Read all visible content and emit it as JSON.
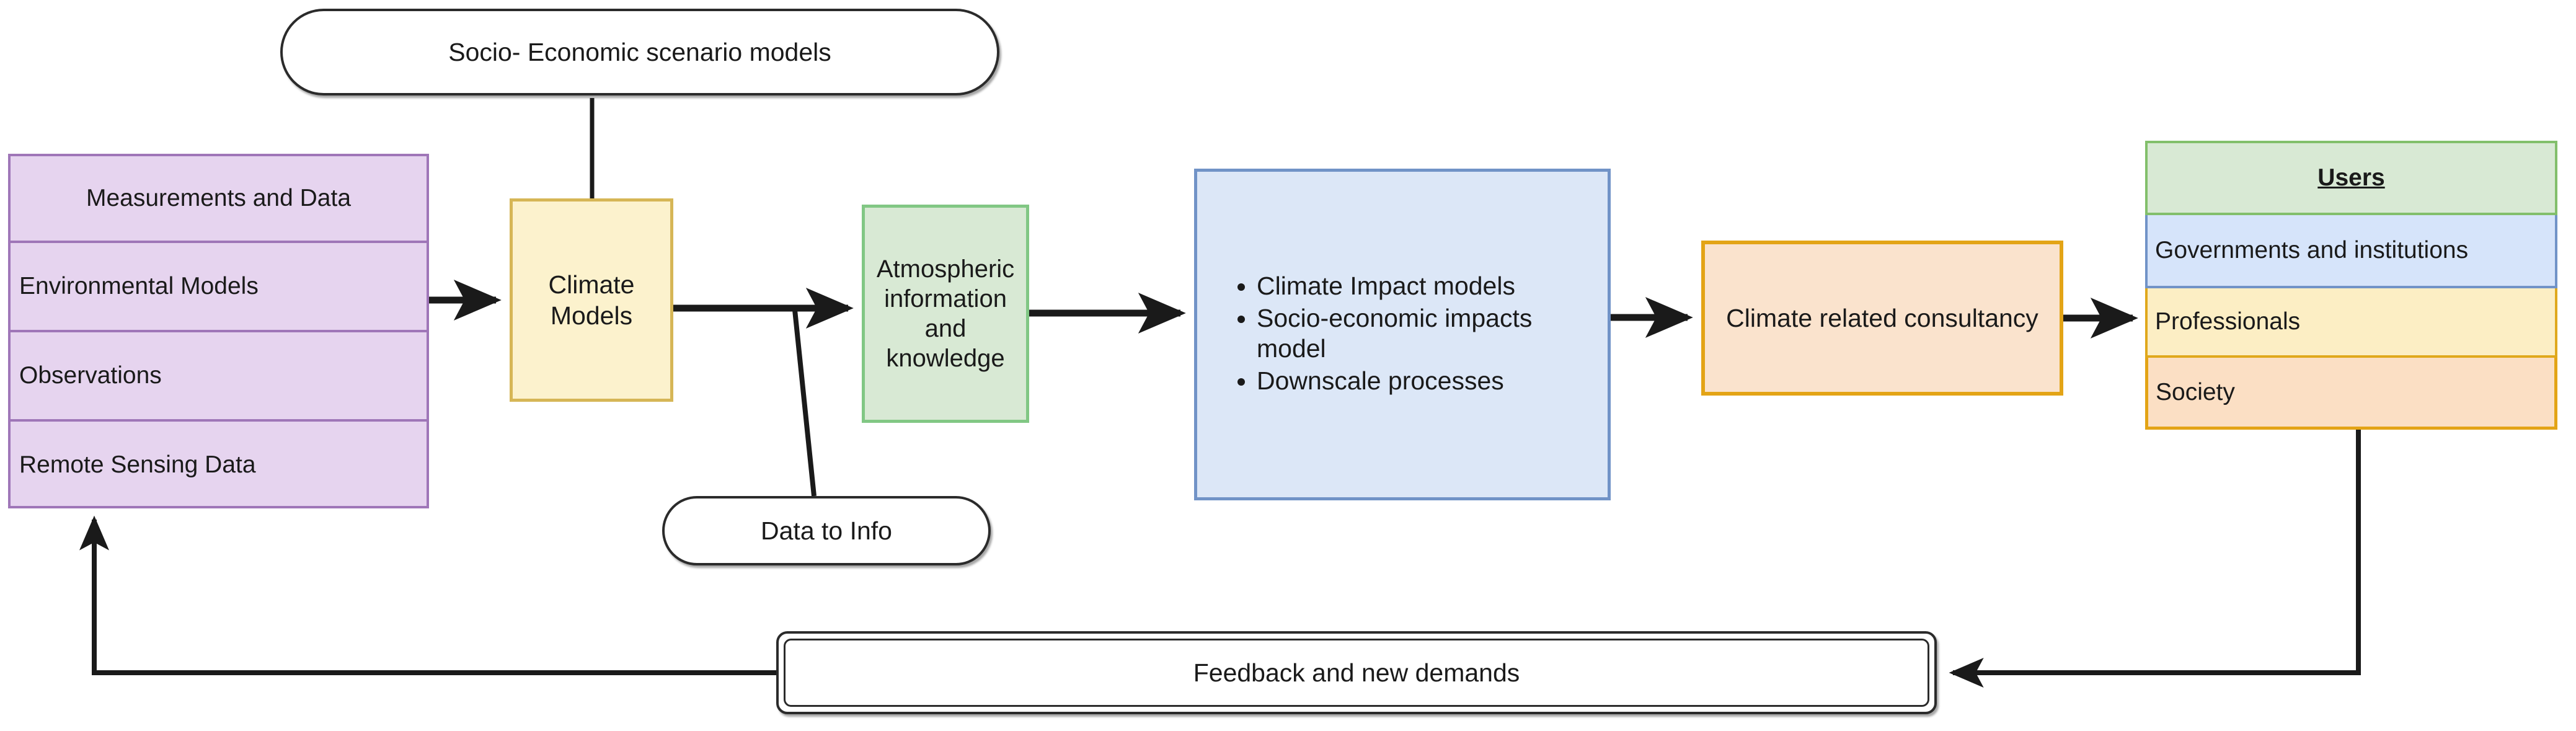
{
  "diagram": {
    "title_visible": false,
    "accent_colors": {
      "purple_fill": "#e6d4ef",
      "purple_border": "#9f76b8",
      "yellow_fill": "#fcf2cd",
      "yellow_border": "#d6b656",
      "green_fill": "#d8e9d4",
      "green_border": "#81c784",
      "blue_fill": "#dce7f7",
      "blue_border": "#7193c7",
      "orange_fill": "#fae3cd",
      "orange_border": "#e3a416",
      "line_color": "#1a1a1a"
    }
  },
  "measurements": {
    "header": "Measurements and Data",
    "rows": [
      "Environmental Models",
      "Observations",
      "Remote Sensing Data"
    ]
  },
  "socio_pill": {
    "label": "Socio- Economic scenario models"
  },
  "climate_models": {
    "label": "Climate Models"
  },
  "data_to_info_pill": {
    "label": "Data to Info"
  },
  "atmospheric": {
    "label": "Atmospheric information and knowledge"
  },
  "impacts": {
    "bullets": [
      "Climate Impact models",
      "Socio-economic impacts model",
      "Downscale processes"
    ]
  },
  "consultancy": {
    "label": "Climate related consultancy"
  },
  "users": {
    "header": "Users",
    "rows": [
      "Governments and institutions",
      "Professionals",
      "Society"
    ]
  },
  "feedback": {
    "label": "Feedback and new demands"
  },
  "chart_data": {
    "type": "table",
    "title": "Climate services value chain flow",
    "nodes": [
      {
        "id": "measurements",
        "label": "Measurements and Data",
        "items": [
          "Environmental Models",
          "Observations",
          "Remote Sensing Data"
        ],
        "color": "#e6d4ef"
      },
      {
        "id": "socio",
        "label": "Socio- Economic scenario models",
        "shape": "rounded-pill",
        "color": "#ffffff"
      },
      {
        "id": "climate-models",
        "label": "Climate Models",
        "color": "#fcf2cd"
      },
      {
        "id": "data-to-info",
        "label": "Data to Info",
        "shape": "rounded-pill",
        "color": "#ffffff"
      },
      {
        "id": "atmospheric",
        "label": "Atmospheric information and knowledge",
        "color": "#d8e9d4"
      },
      {
        "id": "impacts",
        "label": "Climate Impact models / Socio-economic impacts model / Downscale processes",
        "color": "#dce7f7"
      },
      {
        "id": "consultancy",
        "label": "Climate related consultancy",
        "color": "#fae3cd"
      },
      {
        "id": "users",
        "label": "Users",
        "items": [
          "Governments and institutions",
          "Professionals",
          "Society"
        ],
        "color": "#d8e9d4"
      },
      {
        "id": "feedback",
        "label": "Feedback and new demands",
        "shape": "double-rounded",
        "color": "#ffffff"
      }
    ],
    "edges": [
      {
        "from": "measurements",
        "to": "climate-models",
        "arrow": true
      },
      {
        "from": "socio",
        "to": "climate-models",
        "arrow": false
      },
      {
        "from": "climate-models",
        "to": "atmospheric",
        "arrow": true
      },
      {
        "from": "data-to-info",
        "to": "climate-models-to-atmospheric-link",
        "arrow": false
      },
      {
        "from": "atmospheric",
        "to": "impacts",
        "arrow": true
      },
      {
        "from": "impacts",
        "to": "consultancy",
        "arrow": true
      },
      {
        "from": "consultancy",
        "to": "users",
        "arrow": true
      },
      {
        "from": "users",
        "to": "feedback",
        "arrow": true
      },
      {
        "from": "feedback",
        "to": "measurements",
        "arrow": true
      }
    ]
  }
}
